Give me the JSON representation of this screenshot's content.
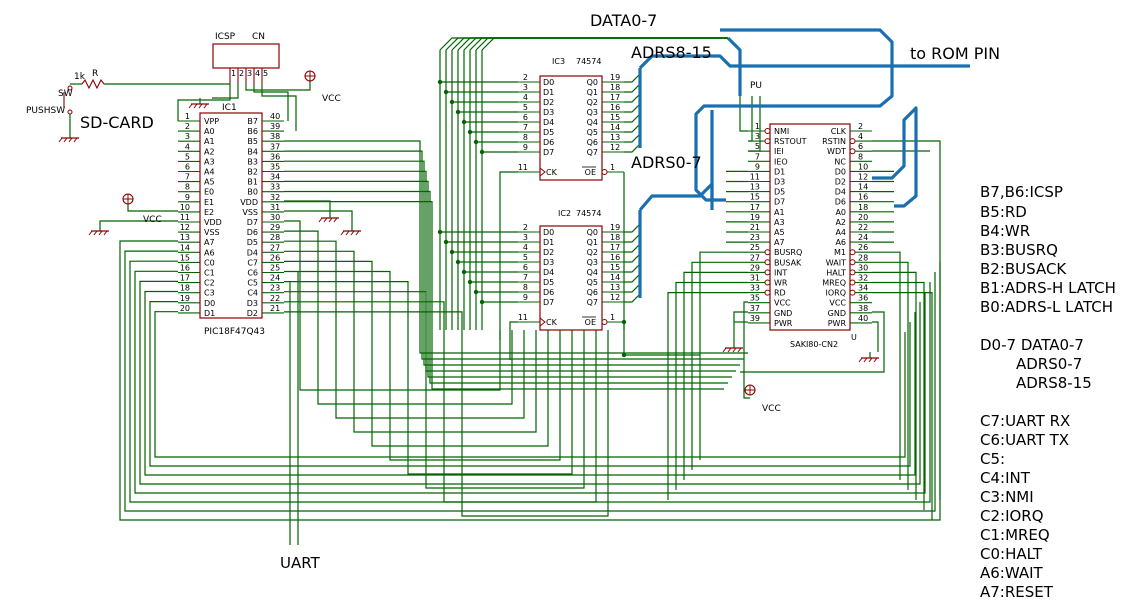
{
  "labels": {
    "data_bus": "DATA0-7",
    "adrs_hi_bus": "ADRS8-15",
    "adrs_lo_bus": "ADRS0-7",
    "to_rom": "to ROM PIN",
    "sd_card": "SD-CARD",
    "uart": "UART",
    "icsp": "ICSP",
    "cn": "CN",
    "sw": "SW",
    "pushsw": "PUSHSW",
    "r1k": "1k",
    "r": "R",
    "vcc": "VCC",
    "pu": "PU"
  },
  "ic1": {
    "ref": "IC1",
    "part": "PIC18F47Q43",
    "left_pins": [
      {
        "num": "1",
        "name": "VPP"
      },
      {
        "num": "2",
        "name": "A0"
      },
      {
        "num": "3",
        "name": "A1"
      },
      {
        "num": "4",
        "name": "A2"
      },
      {
        "num": "5",
        "name": "A3"
      },
      {
        "num": "6",
        "name": "A4"
      },
      {
        "num": "7",
        "name": "A5"
      },
      {
        "num": "8",
        "name": "E0"
      },
      {
        "num": "9",
        "name": "E1"
      },
      {
        "num": "10",
        "name": "E2"
      },
      {
        "num": "11",
        "name": "VDD"
      },
      {
        "num": "12",
        "name": "VSS"
      },
      {
        "num": "13",
        "name": "A7"
      },
      {
        "num": "14",
        "name": "A6"
      },
      {
        "num": "15",
        "name": "C0"
      },
      {
        "num": "16",
        "name": "C1"
      },
      {
        "num": "17",
        "name": "C2"
      },
      {
        "num": "18",
        "name": "C3"
      },
      {
        "num": "19",
        "name": "D0"
      },
      {
        "num": "20",
        "name": "D1"
      }
    ],
    "right_pins": [
      {
        "num": "40",
        "name": "B7"
      },
      {
        "num": "39",
        "name": "B6"
      },
      {
        "num": "38",
        "name": "B5"
      },
      {
        "num": "37",
        "name": "B4"
      },
      {
        "num": "36",
        "name": "B3"
      },
      {
        "num": "35",
        "name": "B2"
      },
      {
        "num": "34",
        "name": "B1"
      },
      {
        "num": "33",
        "name": "B0"
      },
      {
        "num": "32",
        "name": "VDD"
      },
      {
        "num": "31",
        "name": "VSS"
      },
      {
        "num": "30",
        "name": "D7"
      },
      {
        "num": "29",
        "name": "D6"
      },
      {
        "num": "28",
        "name": "D5"
      },
      {
        "num": "27",
        "name": "D4"
      },
      {
        "num": "26",
        "name": "C7"
      },
      {
        "num": "25",
        "name": "C6"
      },
      {
        "num": "24",
        "name": "C5"
      },
      {
        "num": "23",
        "name": "C4"
      },
      {
        "num": "22",
        "name": "D3"
      },
      {
        "num": "21",
        "name": "D2"
      }
    ]
  },
  "ic3": {
    "ref": "IC3",
    "part": "74574",
    "left_pins": [
      {
        "num": "2",
        "name": "D0"
      },
      {
        "num": "3",
        "name": "D1"
      },
      {
        "num": "4",
        "name": "D2"
      },
      {
        "num": "5",
        "name": "D3"
      },
      {
        "num": "6",
        "name": "D4"
      },
      {
        "num": "7",
        "name": "D5"
      },
      {
        "num": "8",
        "name": "D6"
      },
      {
        "num": "9",
        "name": "D7"
      }
    ],
    "right_pins": [
      {
        "num": "19",
        "name": "Q0"
      },
      {
        "num": "18",
        "name": "Q1"
      },
      {
        "num": "17",
        "name": "Q2"
      },
      {
        "num": "16",
        "name": "Q3"
      },
      {
        "num": "15",
        "name": "Q4"
      },
      {
        "num": "14",
        "name": "Q5"
      },
      {
        "num": "13",
        "name": "Q6"
      },
      {
        "num": "12",
        "name": "Q7"
      }
    ],
    "ck": {
      "num": "11",
      "name": "CK"
    },
    "oe": {
      "num": "1",
      "name": "OE"
    }
  },
  "ic2": {
    "ref": "IC2",
    "part": "74574",
    "left_pins": [
      {
        "num": "2",
        "name": "D0"
      },
      {
        "num": "3",
        "name": "D1"
      },
      {
        "num": "4",
        "name": "D2"
      },
      {
        "num": "5",
        "name": "D3"
      },
      {
        "num": "6",
        "name": "D4"
      },
      {
        "num": "7",
        "name": "D5"
      },
      {
        "num": "8",
        "name": "D6"
      },
      {
        "num": "9",
        "name": "D7"
      }
    ],
    "right_pins": [
      {
        "num": "19",
        "name": "Q0"
      },
      {
        "num": "18",
        "name": "Q1"
      },
      {
        "num": "17",
        "name": "Q2"
      },
      {
        "num": "16",
        "name": "Q3"
      },
      {
        "num": "15",
        "name": "Q4"
      },
      {
        "num": "14",
        "name": "Q5"
      },
      {
        "num": "13",
        "name": "Q6"
      },
      {
        "num": "12",
        "name": "Q7"
      }
    ],
    "ck": {
      "num": "11",
      "name": "CK"
    },
    "oe": {
      "num": "1",
      "name": "OE"
    }
  },
  "saki": {
    "ref": "SAKI80-CN2",
    "corner": "U",
    "left_pins": [
      {
        "num": "1",
        "name": "NMI"
      },
      {
        "num": "3",
        "name": "RSTOUT"
      },
      {
        "num": "5",
        "name": "IEI"
      },
      {
        "num": "7",
        "name": "IEO"
      },
      {
        "num": "9",
        "name": "D1"
      },
      {
        "num": "11",
        "name": "D3"
      },
      {
        "num": "13",
        "name": "D5"
      },
      {
        "num": "15",
        "name": "D7"
      },
      {
        "num": "17",
        "name": "A1"
      },
      {
        "num": "19",
        "name": "A3"
      },
      {
        "num": "21",
        "name": "A5"
      },
      {
        "num": "23",
        "name": "A7"
      },
      {
        "num": "25",
        "name": "BUSRQ"
      },
      {
        "num": "27",
        "name": "BUSAK"
      },
      {
        "num": "29",
        "name": "INT"
      },
      {
        "num": "31",
        "name": "WR"
      },
      {
        "num": "33",
        "name": "RD"
      },
      {
        "num": "35",
        "name": "VCC"
      },
      {
        "num": "37",
        "name": "GND"
      },
      {
        "num": "39",
        "name": "PWR"
      }
    ],
    "right_pins": [
      {
        "num": "2",
        "name": "CLK"
      },
      {
        "num": "4",
        "name": "RSTIN"
      },
      {
        "num": "6",
        "name": "WDT"
      },
      {
        "num": "8",
        "name": "NC"
      },
      {
        "num": "10",
        "name": "D0"
      },
      {
        "num": "12",
        "name": "D2"
      },
      {
        "num": "14",
        "name": "D4"
      },
      {
        "num": "16",
        "name": "D6"
      },
      {
        "num": "18",
        "name": "A0"
      },
      {
        "num": "20",
        "name": "A2"
      },
      {
        "num": "22",
        "name": "A4"
      },
      {
        "num": "24",
        "name": "A6"
      },
      {
        "num": "26",
        "name": "M1"
      },
      {
        "num": "28",
        "name": "WAIT"
      },
      {
        "num": "30",
        "name": "HALT"
      },
      {
        "num": "32",
        "name": "MREQ"
      },
      {
        "num": "34",
        "name": "IORQ"
      },
      {
        "num": "36",
        "name": "VCC"
      },
      {
        "num": "38",
        "name": "GND"
      },
      {
        "num": "40",
        "name": "PWR"
      }
    ]
  },
  "cn_pins": [
    "1",
    "2",
    "3",
    "4",
    "5"
  ],
  "legend": [
    "B7,B6:ICSP",
    "B5:RD",
    "B4:WR",
    "B3:BUSRQ",
    "B2:BUSACK",
    "B1:ADRS-H LATCH",
    "B0:ADRS-L LATCH",
    "",
    "D0-7 DATA0-7",
    "ADRS0-7",
    "ADRS8-15",
    "",
    "C7:UART RX",
    "C6:UART TX",
    "C5:",
    "C4:INT",
    "C3:NMI",
    "C2:IORQ",
    "C1:MREQ",
    "C0:HALT",
    "A6:WAIT",
    "A7:RESET"
  ],
  "colors": {
    "wire": "#006400",
    "bus": "#1a6fb0",
    "component": "#8b0000",
    "text": "#000000"
  }
}
